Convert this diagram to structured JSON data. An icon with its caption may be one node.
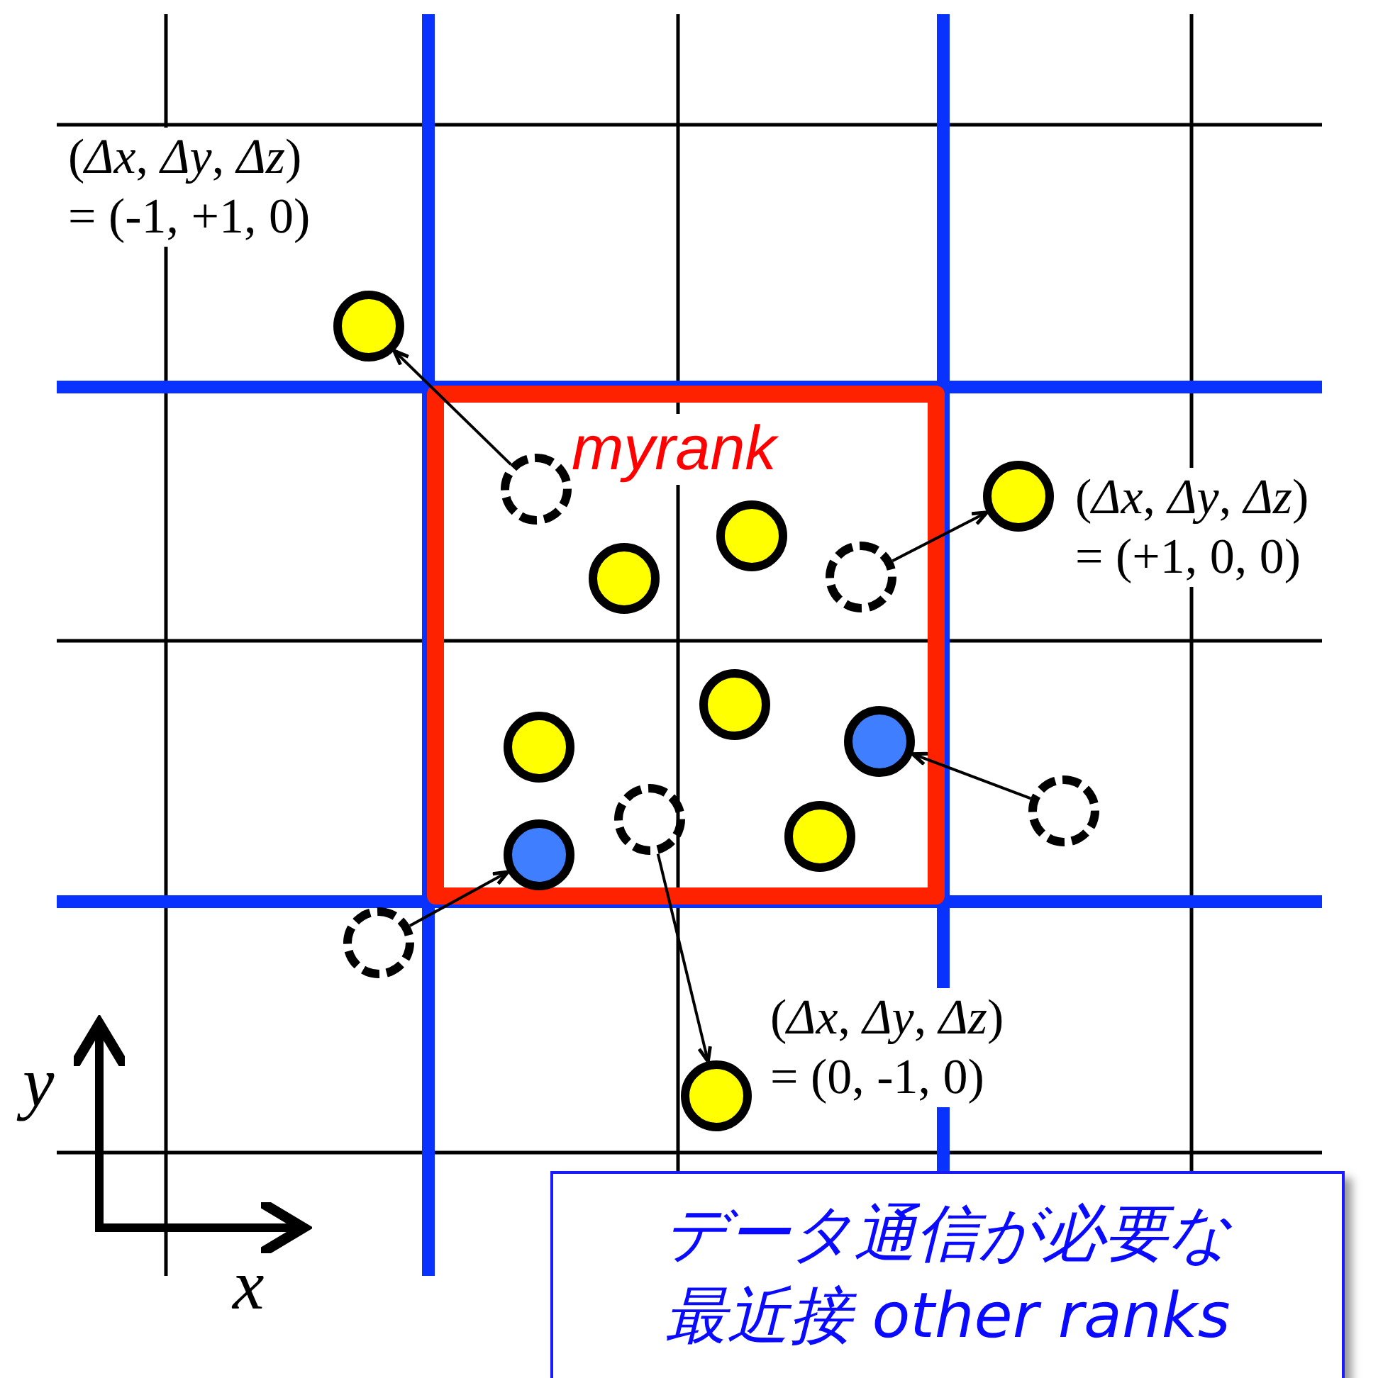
{
  "diagram": {
    "nodes": [
      {
        "text": [
          "myrank"
        ]
      },
      {
        "text": [],
        "shape": "circle",
        "beside": [
          "(*Δx*, *Δy*, *Δz*) = (-1, +1, 0)"
        ]
      },
      {
        "text": [],
        "shape": "circle",
        "in": 0
      },
      {
        "text": [],
        "shape": "circle",
        "beside": [
          "(*Δx*, *Δy*, *Δz*) = (+1, 0, 0)"
        ]
      },
      {
        "text": [],
        "shape": "circle",
        "in": 0
      },
      {
        "text": [],
        "shape": "circle",
        "in": 0
      },
      {
        "text": [],
        "shape": "circle",
        "in": 0
      },
      {
        "text": [],
        "shape": "circle",
        "in": 0
      },
      {
        "text": [],
        "shape": "circle",
        "in": 0
      },
      {
        "text": [],
        "shape": "circle",
        "in": 0
      },
      {
        "text": [],
        "shape": "circle"
      },
      {
        "text": [],
        "shape": "circle",
        "in": 0
      },
      {
        "text": [],
        "shape": "circle",
        "in": 0
      },
      {
        "text": [],
        "shape": "circle",
        "in": 0
      },
      {
        "text": [],
        "shape": "circle"
      },
      {
        "text": [],
        "shape": "circle",
        "beside": [
          "(*Δx*, *Δy*, *Δz*) = (0, -1, 0)"
        ]
      },
      {
        "text": [
          "データ通信が必要な最近接 other ranks"
        ]
      }
    ],
    "edges": [
      {
        "from": 2,
        "to": 1,
        "arrow": "to"
      },
      {
        "from": 6,
        "to": 3,
        "arrow": "to"
      },
      {
        "from": 10,
        "to": 9,
        "arrow": "to"
      },
      {
        "from": 14,
        "to": 13,
        "arrow": "to"
      },
      {
        "from": 11,
        "to": 15,
        "arrow": "to"
      }
    ],
    "labels": [
      "y",
      "x"
    ]
  }
}
